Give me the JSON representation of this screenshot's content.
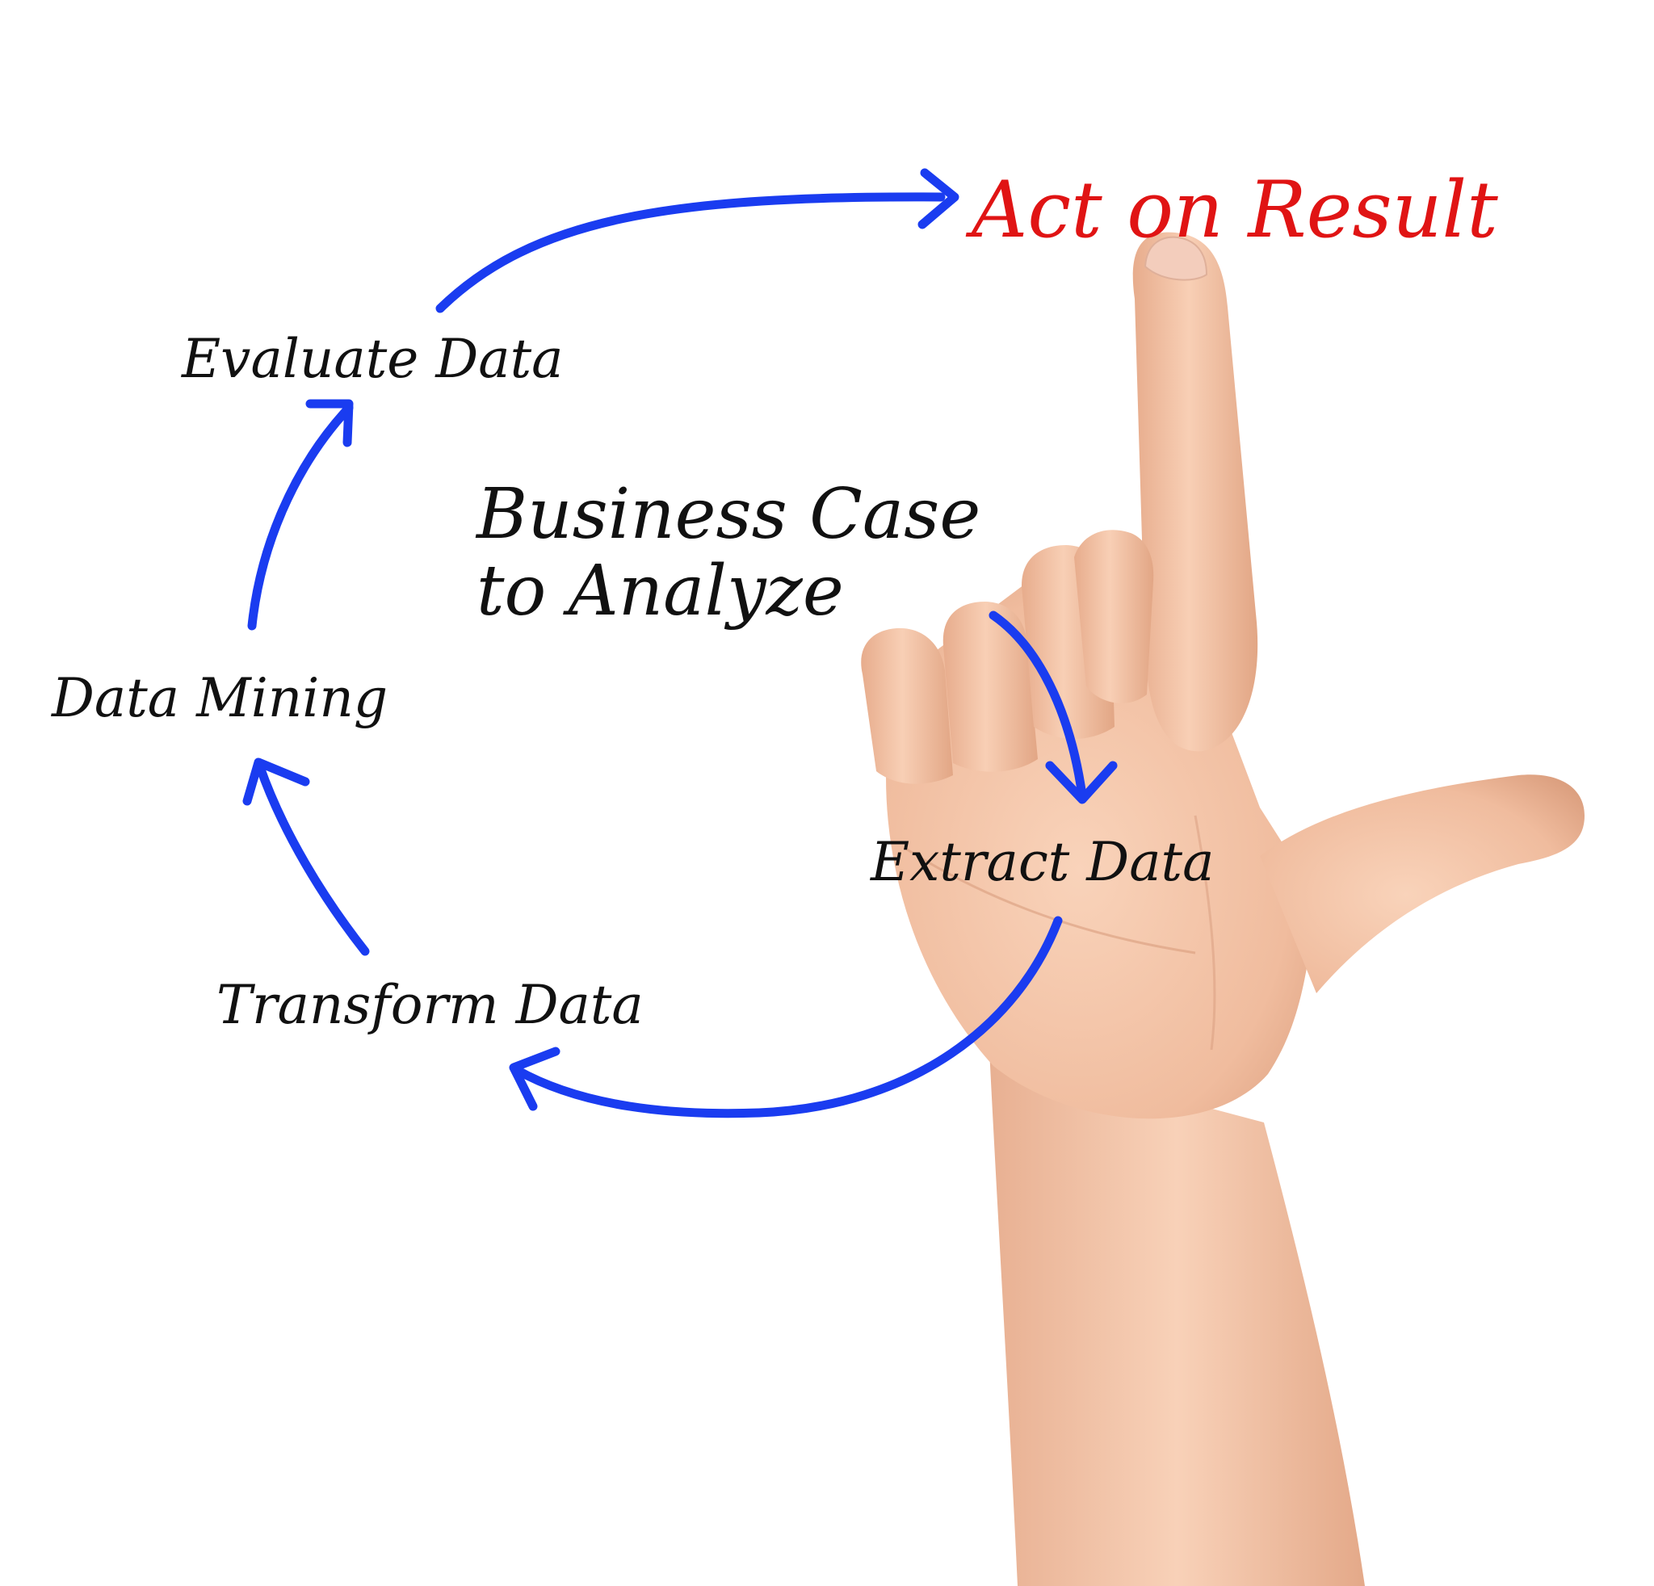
{
  "colors": {
    "arrow": "#1a3cf0",
    "text": "#111111",
    "result_text": "#e01414",
    "background": "#ffffff",
    "skin_light": "#f6c9ad",
    "skin_shadow": "#dca080",
    "nail": "#f2cdbd"
  },
  "diagram": {
    "center_topic": {
      "line1": "Business Case",
      "line2": "to  Analyze"
    },
    "steps": [
      "Extract  Data",
      "Transform Data",
      "Data Mining",
      "Evaluate Data"
    ],
    "result": "Act on Result"
  }
}
